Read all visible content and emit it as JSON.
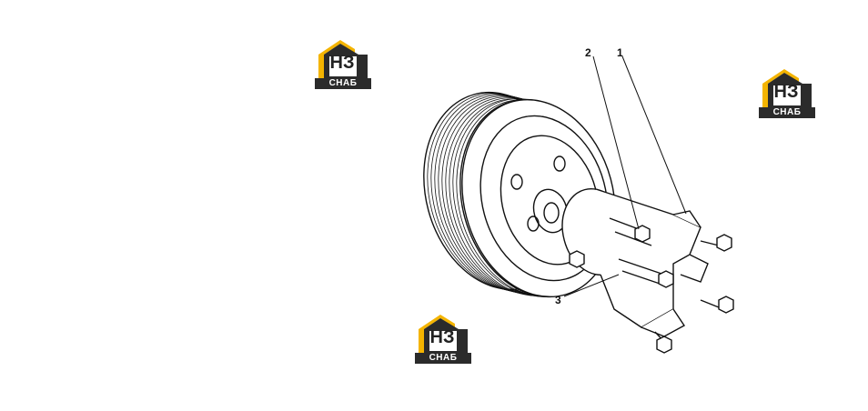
{
  "logos": [
    {
      "main": "НЗ",
      "caption": "СНАБ"
    },
    {
      "main": "НЗ",
      "caption": "СНАБ"
    },
    {
      "main": "НЗ",
      "caption": "СНАБ"
    }
  ],
  "callouts": [
    "1",
    "2",
    "3"
  ],
  "colors": {
    "logo_yellow": "#f4b400",
    "logo_dark": "#2b2b2b",
    "line": "#111111"
  }
}
